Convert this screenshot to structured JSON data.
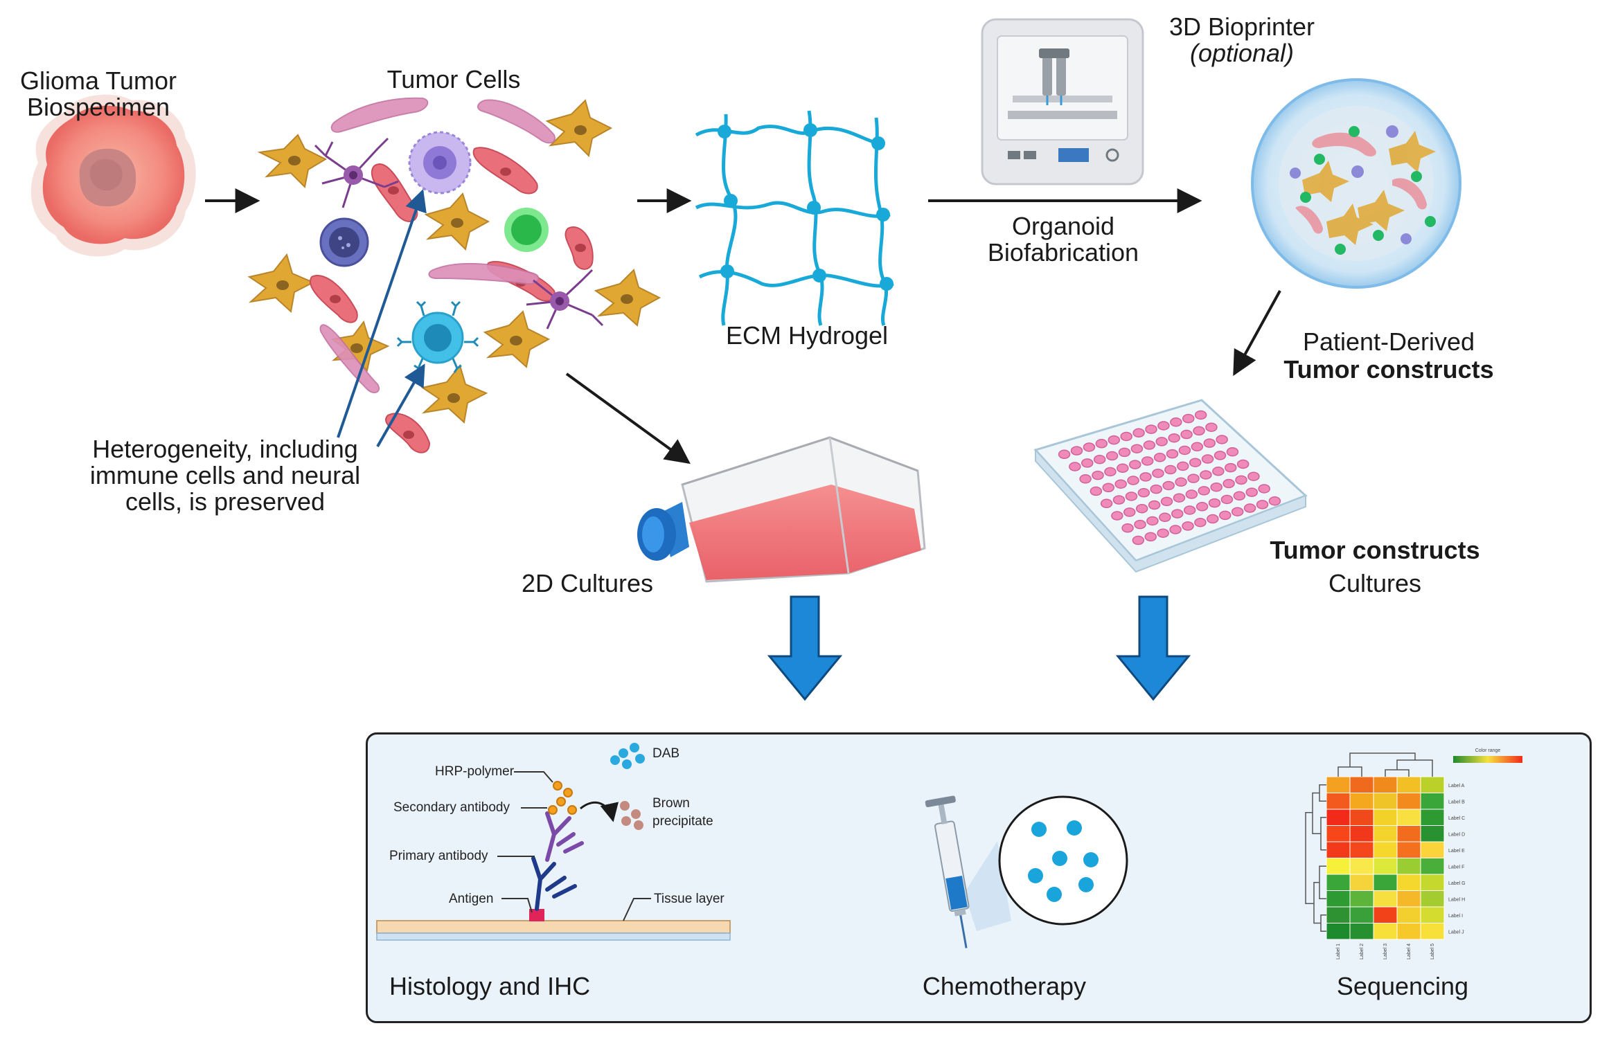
{
  "labels": {
    "glioma": [
      "Glioma Tumor",
      "Biospecimen"
    ],
    "tumor_cells": "Tumor Cells",
    "heterogeneity": [
      "Heterogeneity, including",
      "immune cells and neural",
      "cells, is preserved"
    ],
    "ecm": "ECM Hydrogel",
    "bioprinter": "3D Bioprinter",
    "bioprinter_optional": "(optional)",
    "organoid": [
      "Organoid",
      "Biofabrication"
    ],
    "patient_derived": "Patient-Derived",
    "tumor_constructs": "Tumor constructs",
    "cultures_2d": "2D Cultures",
    "tc_cultures_bold": "Tumor constructs",
    "tc_cultures": "Cultures"
  },
  "ihc": {
    "hrp": "HRP-polymer",
    "dab": "DAB",
    "brown": [
      "Brown",
      "precipitate"
    ],
    "secondary": "Secondary antibody",
    "primary": "Primary antibody",
    "antigen": "Antigen",
    "tissue": "Tissue layer"
  },
  "bottom": {
    "histology": "Histology and IHC",
    "chemo": "Chemotherapy",
    "sequencing": "Sequencing"
  },
  "heatmap": {
    "color_range": "Color range",
    "row_labels": [
      "Label A",
      "Label B",
      "Label C",
      "Label D",
      "Label E",
      "Label F",
      "Label G",
      "Label H",
      "Label I",
      "Label J"
    ],
    "col_labels": [
      "Label 1",
      "Label 2",
      "Label 3",
      "Label 4",
      "Label 5"
    ],
    "cells": [
      [
        "#f4a020",
        "#f06a1e",
        "#f08a1c",
        "#f2c024",
        "#bcd02a"
      ],
      [
        "#f25a1e",
        "#f4a81e",
        "#eec428",
        "#f28a1e",
        "#3aa63a"
      ],
      [
        "#f22a1a",
        "#f04a1a",
        "#f2d228",
        "#f8e040",
        "#2e9a32"
      ],
      [
        "#f6461a",
        "#f2381a",
        "#f4d42c",
        "#f26c1e",
        "#289230"
      ],
      [
        "#f23a1a",
        "#f4481c",
        "#f6d82c",
        "#f4701e",
        "#fad43a"
      ],
      [
        "#f6f03a",
        "#f8e84a",
        "#dce83a",
        "#9acd32",
        "#4aae3a"
      ],
      [
        "#3aa63a",
        "#f4d43a",
        "#3aa63a",
        "#f4d82e",
        "#c4d82e"
      ],
      [
        "#2e9a32",
        "#5cb43a",
        "#f6e040",
        "#f4b828",
        "#a4cc30"
      ],
      [
        "#2e9232",
        "#3aa03a",
        "#f2421a",
        "#f4d02e",
        "#d4dc30"
      ],
      [
        "#1e8a2e",
        "#269030",
        "#f8e03a",
        "#f6c82a",
        "#f8e03a"
      ]
    ]
  },
  "colors": {
    "arrow_blue": "#1e88d8",
    "cell_orange": "#e0a832",
    "cell_pink": "#e9707a",
    "hydrogel": "#19a9d9"
  }
}
